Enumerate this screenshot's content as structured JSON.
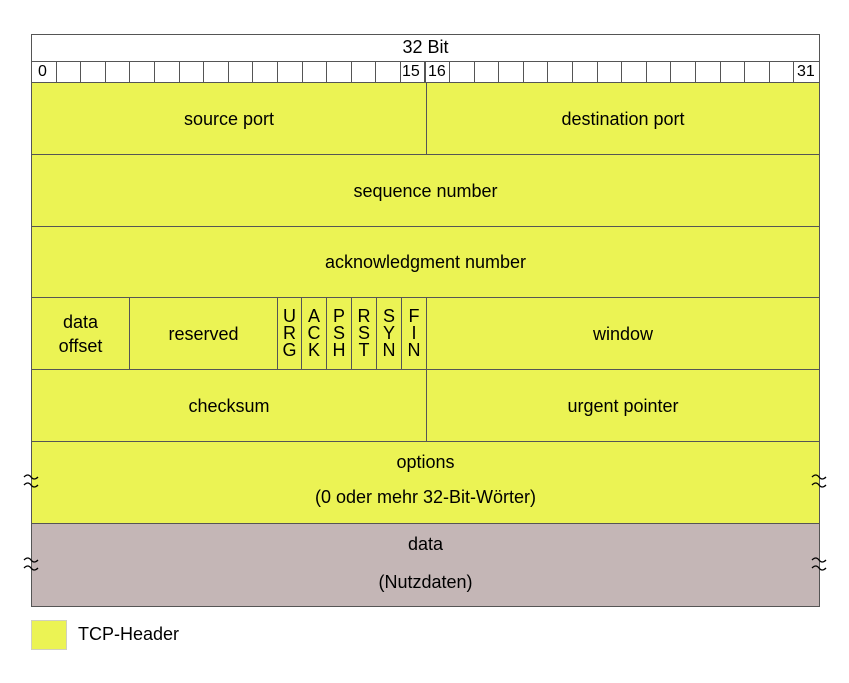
{
  "header": {
    "width_label": "32 Bit",
    "bit_markers": [
      "0",
      "15",
      "16",
      "31"
    ]
  },
  "rows": {
    "source_port": "source port",
    "destination_port": "destination port",
    "sequence_number": "sequence number",
    "acknowledgment_number": "acknowledgment number",
    "data_offset_line1": "data",
    "data_offset_line2": "offset",
    "reserved": "reserved",
    "flags": [
      {
        "name": "URG",
        "letters": [
          "U",
          "R",
          "G"
        ]
      },
      {
        "name": "ACK",
        "letters": [
          "A",
          "C",
          "K"
        ]
      },
      {
        "name": "PSH",
        "letters": [
          "P",
          "S",
          "H"
        ]
      },
      {
        "name": "RST",
        "letters": [
          "R",
          "S",
          "T"
        ]
      },
      {
        "name": "SYN",
        "letters": [
          "S",
          "Y",
          "N"
        ]
      },
      {
        "name": "FIN",
        "letters": [
          "F",
          "I",
          "N"
        ]
      }
    ],
    "window": "window",
    "checksum": "checksum",
    "urgent_pointer": "urgent pointer",
    "options_line1": "options",
    "options_line2": "(0 oder mehr 32-Bit-Wörter)",
    "data_line1": "data",
    "data_line2": "(Nutzdaten)"
  },
  "legend": {
    "label": "TCP-Header",
    "color": "#ebf354"
  },
  "colors": {
    "header_fill": "#ebf354",
    "data_fill": "#c4b6b6",
    "border": "#555555"
  }
}
